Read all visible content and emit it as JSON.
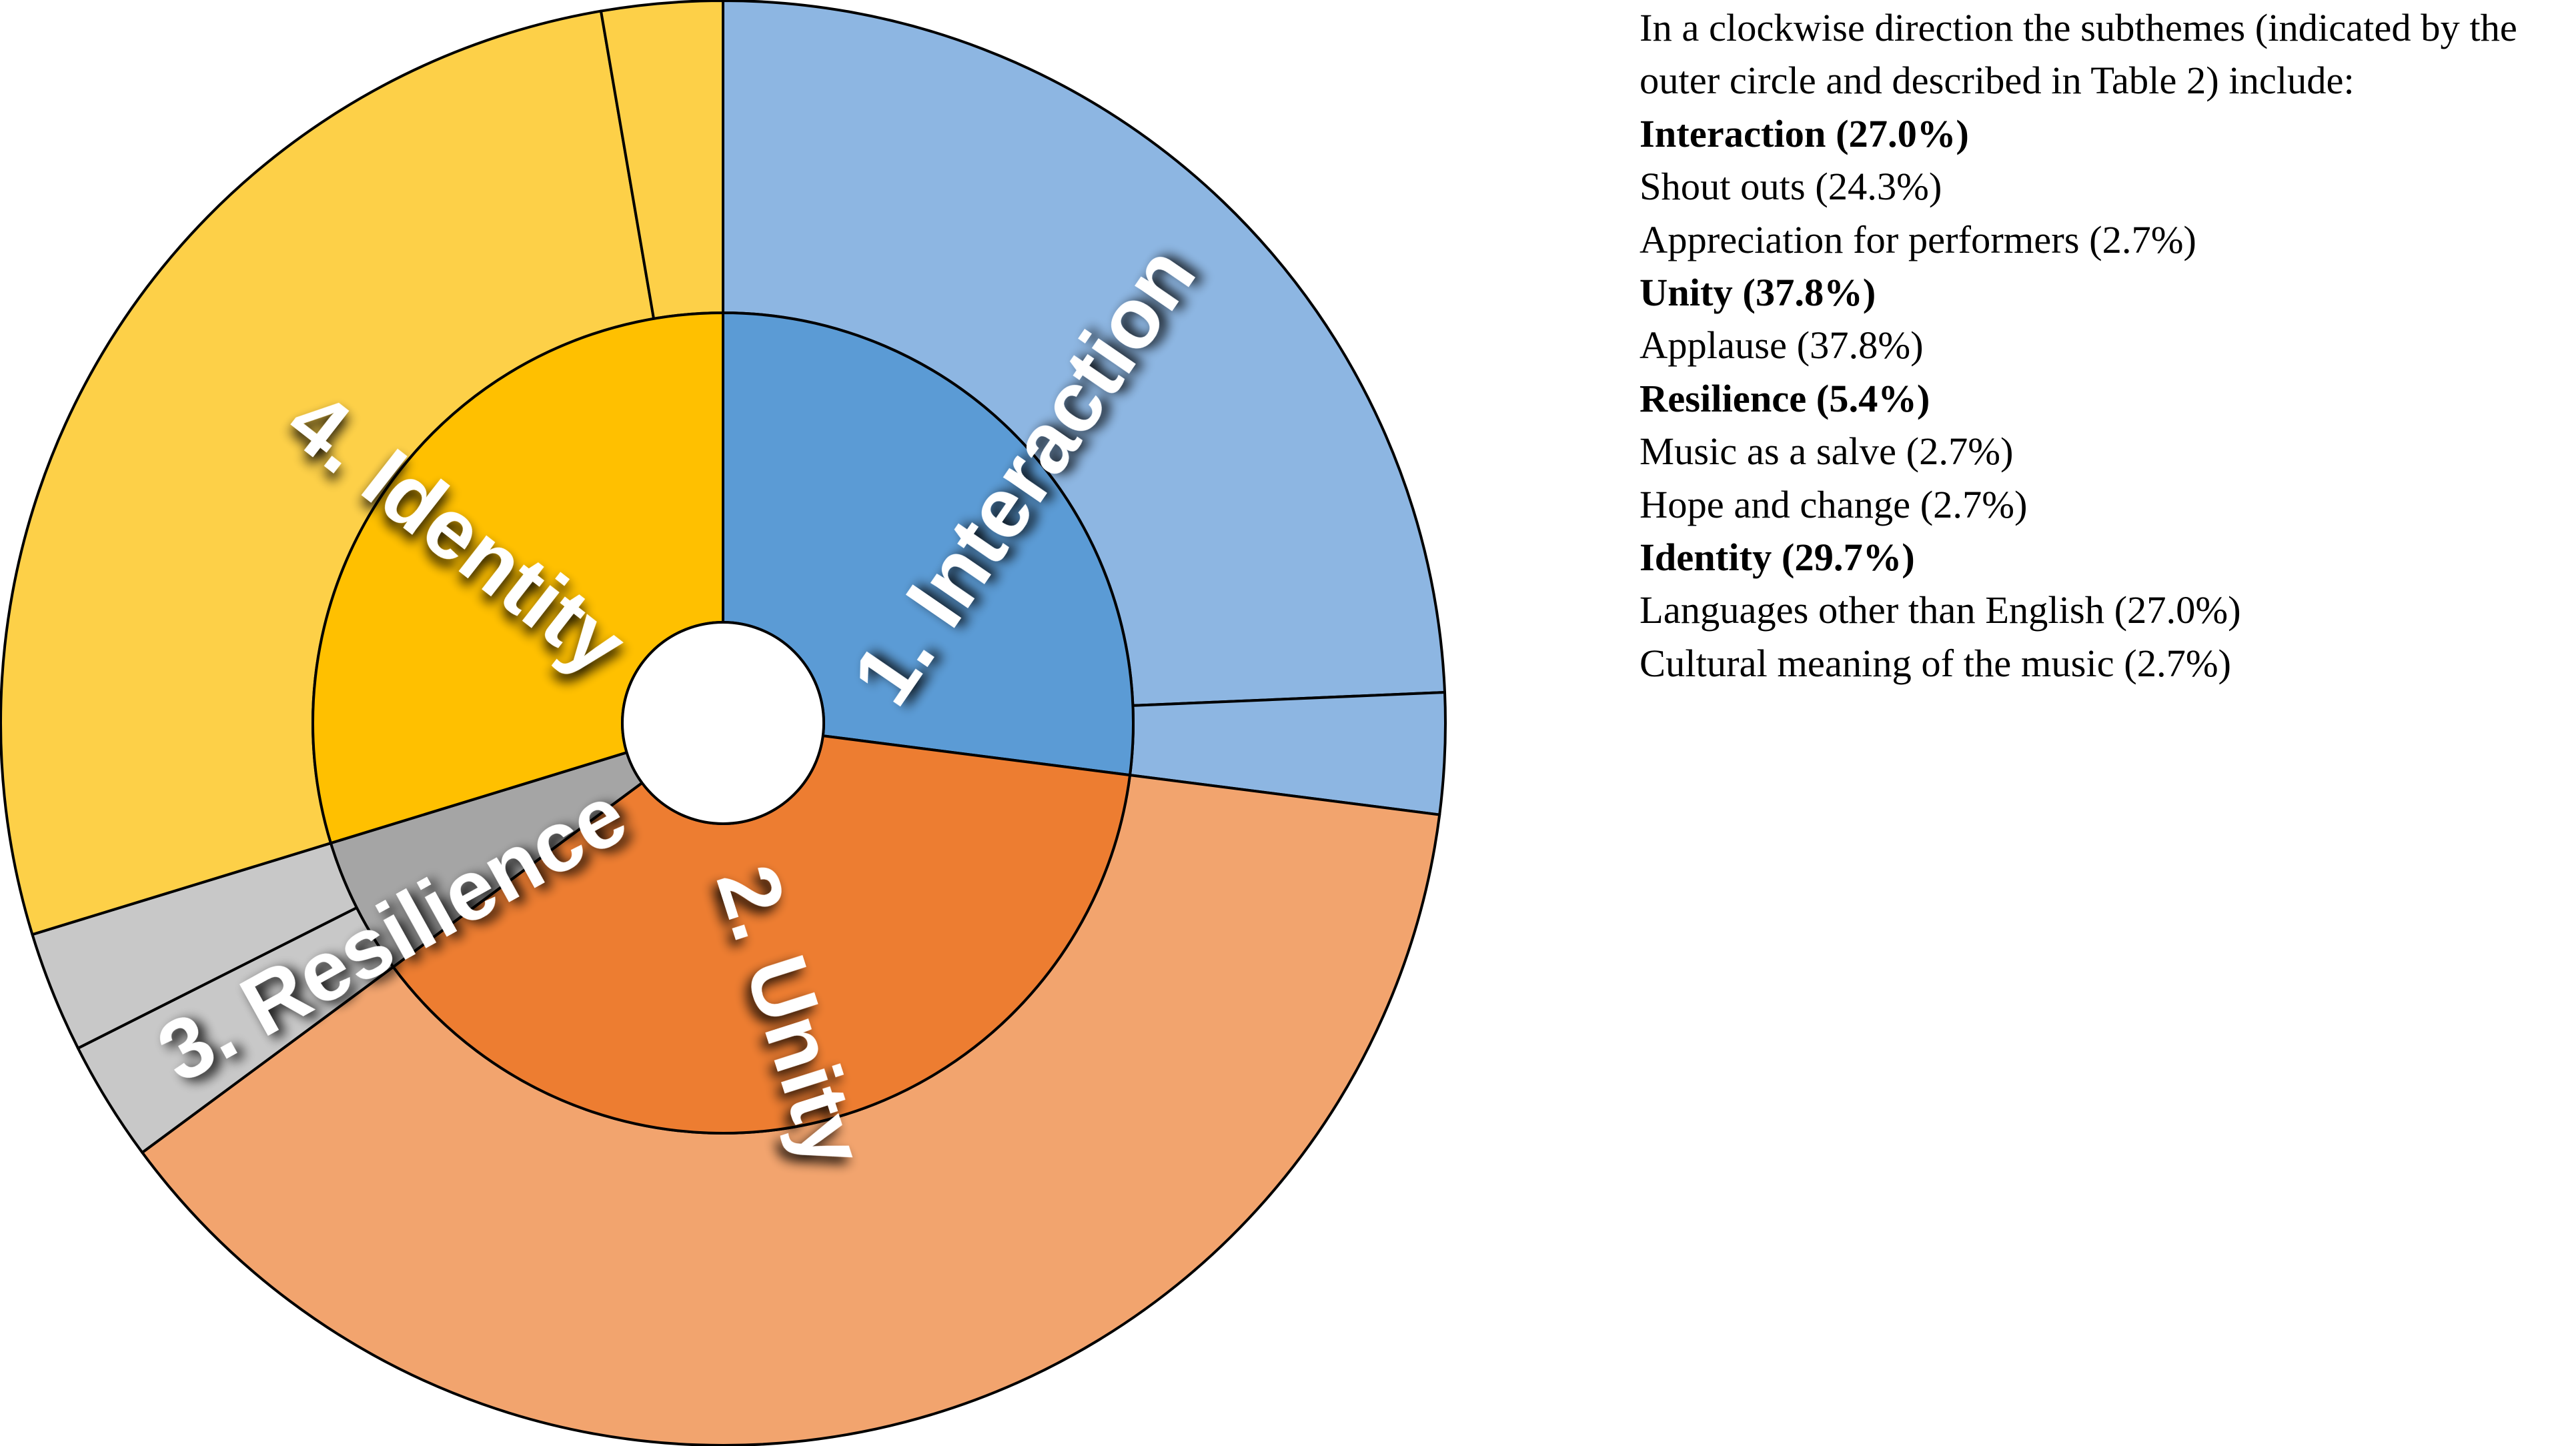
{
  "chart_data": {
    "type": "sunburst",
    "direction": "clockwise",
    "themes": [
      {
        "label": "1. Interaction",
        "percent": 27.0,
        "color": "#5b9bd5",
        "subthemes": [
          {
            "name": "Shout outs",
            "percent": 24.3,
            "color": "#8db6e2"
          },
          {
            "name": "Appreciation for performers",
            "percent": 2.7,
            "color": "#8db6e2"
          }
        ]
      },
      {
        "label": "2. Unity",
        "percent": 37.8,
        "color": "#ed7d31",
        "subthemes": [
          {
            "name": "Applause",
            "percent": 37.8,
            "color": "#f2a46e"
          }
        ]
      },
      {
        "label": "3. Resilience",
        "percent": 5.4,
        "color": "#a5a5a5",
        "subthemes": [
          {
            "name": "Music as a salve",
            "percent": 2.7,
            "color": "#c8c8c8"
          },
          {
            "name": "Hope and change",
            "percent": 2.7,
            "color": "#c8c8c8"
          }
        ]
      },
      {
        "label": "4. Identity",
        "percent": 29.7,
        "color": "#ffc000",
        "subthemes": [
          {
            "name": "Languages other than English",
            "percent": 27.0,
            "color": "#fdd048"
          },
          {
            "name": "Cultural meaning of the music",
            "percent": 2.7,
            "color": "#fdd048"
          }
        ]
      }
    ]
  },
  "legend": {
    "intro": "In a clockwise direction the subthemes (indicated by the outer circle and described in Table 2) include:",
    "lines": [
      {
        "text": "Interaction (27.0%)",
        "bold": true
      },
      {
        "text": "Shout outs (24.3%)",
        "bold": false
      },
      {
        "text": "Appreciation for performers (2.7%)",
        "bold": false
      },
      {
        "text": "Unity (37.8%)",
        "bold": true
      },
      {
        "text": "Applause (37.8%)",
        "bold": false
      },
      {
        "text": "Resilience (5.4%)",
        "bold": true
      },
      {
        "text": "Music as a salve (2.7%)",
        "bold": false
      },
      {
        "text": "Hope and change (2.7%)",
        "bold": false
      },
      {
        "text": "Identity (29.7%)",
        "bold": true
      },
      {
        "text": "Languages other than English (27.0%)",
        "bold": false
      },
      {
        "text": "Cultural meaning of the music (2.7%)",
        "bold": false
      }
    ]
  }
}
